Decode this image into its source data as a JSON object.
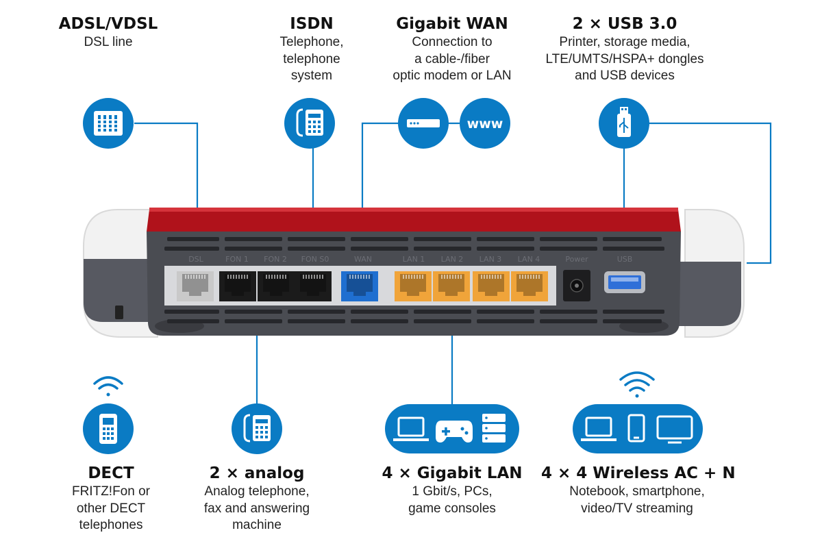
{
  "colors": {
    "accent_blue": "#0a7bc4",
    "router_red": "#b0121b",
    "router_body": "#4a4c52",
    "port_dsl": "#c9c9c9",
    "port_fon": "#1b1b1b",
    "port_wan": "#1f6fd0",
    "port_lan": "#f0a43a",
    "port_usb": "#2f6fd8"
  },
  "top_features": [
    {
      "title": "ADSL/VDSL",
      "desc": [
        "DSL line"
      ],
      "icon": "dsl-port-icon"
    },
    {
      "title": "ISDN",
      "desc": [
        "Telephone,",
        "telephone",
        "system"
      ],
      "icon": "desk-phone-icon"
    },
    {
      "title": "Gigabit WAN",
      "desc": [
        "Connection to",
        "a cable-/fiber",
        "optic modem or LAN"
      ],
      "icon": "modem-icon",
      "icon2": "www-icon",
      "icon2_text": "www"
    },
    {
      "title": "2 × USB 3.0",
      "desc": [
        "Printer, storage media,",
        "LTE/UMTS/HSPA+ dongles",
        "and USB devices"
      ],
      "icon": "usb-stick-icon"
    }
  ],
  "bottom_features": [
    {
      "title": "DECT",
      "desc": [
        "FRITZ!Fon or",
        "other DECT",
        "telephones"
      ],
      "icon": "cordless-phone-icon"
    },
    {
      "title": "2 × analog",
      "desc": [
        "Analog telephone,",
        "fax and answering",
        "machine"
      ],
      "icon": "desk-phone-icon"
    },
    {
      "title": "4 × Gigabit LAN",
      "desc": [
        "1 Gbit/s, PCs,",
        "game consoles"
      ],
      "icons": [
        "laptop-icon",
        "gamepad-icon",
        "server-icon"
      ]
    },
    {
      "title": "4 × 4 Wireless AC + N",
      "desc": [
        "Notebook, smartphone,",
        "video/TV streaming"
      ],
      "icons": [
        "laptop-icon",
        "smartphone-icon",
        "monitor-icon"
      ]
    }
  ],
  "port_labels": [
    "DSL",
    "FON 1",
    "FON 2",
    "FON S0",
    "WAN",
    "LAN 1",
    "LAN 2",
    "LAN 3",
    "LAN 4",
    "Power",
    "USB"
  ]
}
